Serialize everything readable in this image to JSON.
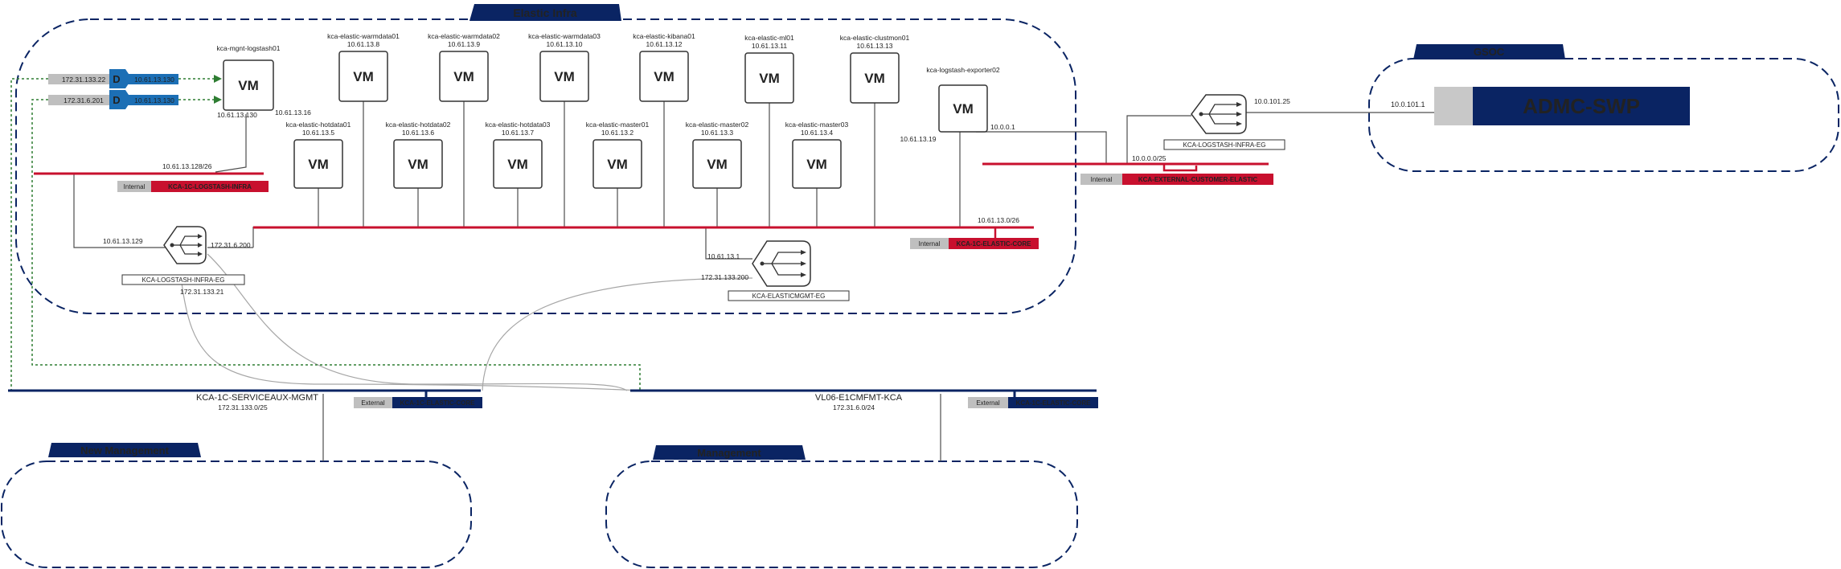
{
  "colors": {
    "navy": "#0a2463",
    "red": "#c8102e",
    "grey_tag": "#bfbfbf",
    "blue_nat": "#1c6fb5",
    "green_dotted": "#2e7d32",
    "line": "#4d4d4d",
    "curve": "#a6a6a6"
  },
  "zones": {
    "elastic_infra": "Elastic Infra",
    "gsoc": "GSOC",
    "new_management": "New Management",
    "management": "Management"
  },
  "gsoc": {
    "admc": "ADMC-SWP",
    "ip": "10.0.101.1"
  },
  "vm_label": "VM",
  "vms": {
    "logstash01": {
      "name": "kca-mgnt-logstash01",
      "ip": "10.61.13.130"
    },
    "warm01": {
      "name": "kca-elastic-warmdata01",
      "ip": "10.61.13.8"
    },
    "warm02": {
      "name": "kca-elastic-warmdata02",
      "ip": "10.61.13.9"
    },
    "warm03": {
      "name": "kca-elastic-warmdata03",
      "ip": "10.61.13.10"
    },
    "kibana01": {
      "name": "kca-elastic-kibana01",
      "ip": "10.61.13.12"
    },
    "ml01": {
      "name": "kca-elastic-ml01",
      "ip": "10.61.13.11"
    },
    "clustmon01": {
      "name": "kca-elastic-clustmon01",
      "ip": "10.61.13.13"
    },
    "hot01": {
      "name": "kca-elastic-hotdata01",
      "ip": "10.61.13.5"
    },
    "hot02": {
      "name": "kca-elastic-hotdata02",
      "ip": "10.61.13.6"
    },
    "hot03": {
      "name": "kca-elastic-hotdata03",
      "ip": "10.61.13.7"
    },
    "master01": {
      "name": "kca-elastic-master01",
      "ip": "10.61.13.2"
    },
    "master02": {
      "name": "kca-elastic-master02",
      "ip": "10.61.13.3"
    },
    "master03": {
      "name": "kca-elastic-master03",
      "ip": "10.61.13.4"
    },
    "exporter02": {
      "name": "kca-logstash-exporter02",
      "ip": "10.61.13.19"
    }
  },
  "ips": {
    "hot01_extra": "10.61.13.16",
    "logstash_net": "10.61.13.128/26",
    "infra_eg_in": "10.61.13.129",
    "infra_eg_out": "172.31.6.200",
    "infra_eg_bottom": "172.31.133.21",
    "core_gw": "10.61.13.1",
    "mgmt_eg_out": "172.31.133.200",
    "core_net": "10.61.13.0/26",
    "exporter_gw": "10.0.0.1",
    "customer_net": "10.0.0.0/25",
    "gsoc_eg": "10.0.101.25"
  },
  "nat": {
    "row1_from": "172.31.133.22",
    "row1_to": "10.61.13.130",
    "row2_from": "172.31.6.201",
    "row2_to": "10.61.13.130",
    "letter": "D"
  },
  "gateways": {
    "infra": "KCA-LOGSTASH-INFRA-EG",
    "mgmt": "KCA-ELASTICMGMT-EG",
    "customer": "KCA-LOGSTASH-INFRA-EG"
  },
  "tags": {
    "internal": "Internal",
    "external": "External",
    "logstash_infra": "KCA-1C-LOGSTASH-INFRA",
    "elastic_core": "KCA-1C-ELASTIC-CORE",
    "customer": "KCA-EXTERNAL-CUSTOMER-ELASTIC",
    "serviceaux_tag": "KCA-1C-ELASTIC-CORE",
    "vl06_tag": "KCA-1C-ELASTIC-CORE"
  },
  "networks": {
    "serviceaux_name": "KCA-1C-SERVICEAUX-MGMT",
    "serviceaux_ip": "172.31.133.0/25",
    "vl06_name": "VL06-E1CMFMT-KCA",
    "vl06_ip": "172.31.6.0/24"
  }
}
